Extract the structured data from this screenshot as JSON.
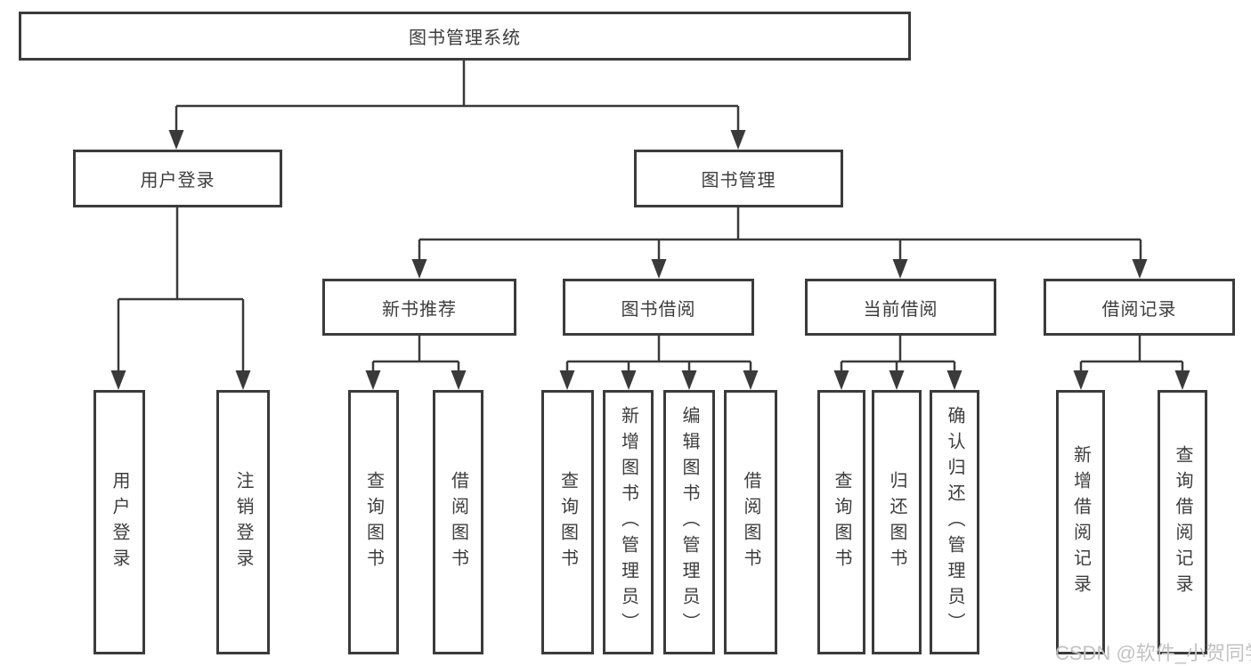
{
  "diagram_type": "hierarchy-tree",
  "tree": {
    "label": "图书管理系统",
    "children": [
      {
        "label": "用户登录",
        "children": [
          {
            "label": "用户登录"
          },
          {
            "label": "注销登录"
          }
        ]
      },
      {
        "label": "图书管理",
        "children": [
          {
            "label": "新书推荐",
            "children": [
              {
                "label": "查询图书"
              },
              {
                "label": "借阅图书"
              }
            ]
          },
          {
            "label": "图书借阅",
            "children": [
              {
                "label": "查询图书"
              },
              {
                "label": "新增图书（管理员）"
              },
              {
                "label": "编辑图书（管理员）"
              },
              {
                "label": "借阅图书"
              }
            ]
          },
          {
            "label": "当前借阅",
            "children": [
              {
                "label": "查询图书"
              },
              {
                "label": "归还图书"
              },
              {
                "label": "确认归还（管理员）"
              }
            ]
          },
          {
            "label": "借阅记录",
            "children": [
              {
                "label": "新增借阅记录"
              },
              {
                "label": "查询借阅记录"
              }
            ]
          }
        ]
      }
    ]
  },
  "watermark": {
    "text": "CSDN @软件_小贺同学"
  },
  "colors": {
    "line": "#3a3a3a",
    "box_border": "#3b3b3b",
    "box_bg": "#ffffff",
    "text": "#3d3d3d",
    "watermark": "#c2c2c2",
    "background": "#ffffff"
  }
}
